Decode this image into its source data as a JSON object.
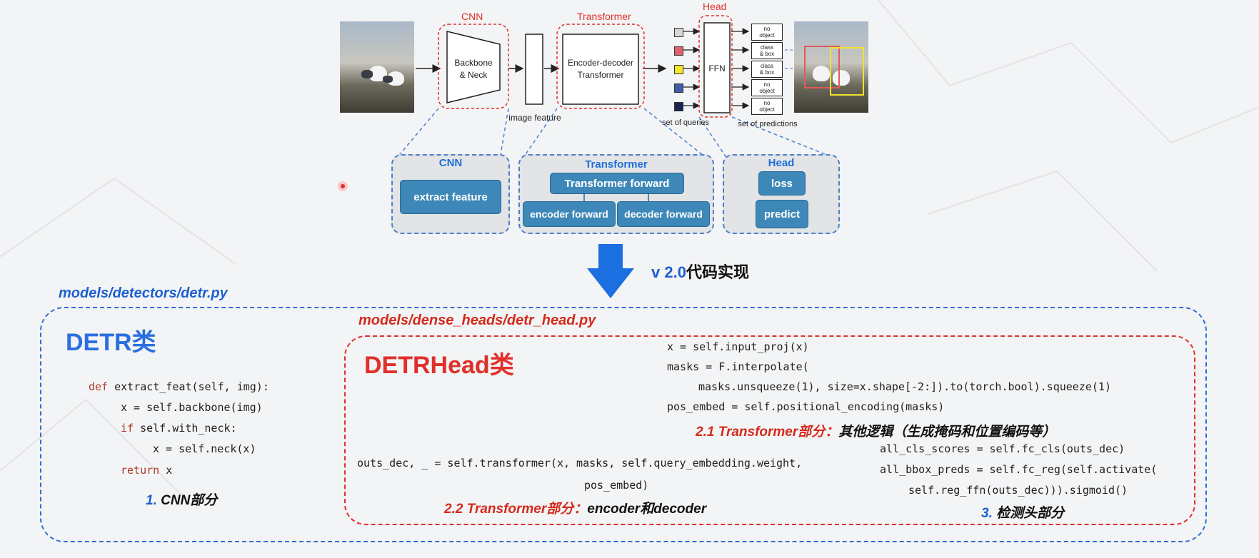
{
  "top_diagram": {
    "cnn_label": "CNN",
    "transformer_label": "Transformer",
    "head_label": "Head",
    "backbone_text": "Backbone\n& Neck",
    "image_feature": "image feature",
    "encdec_text": "Encoder-decoder\nTransformer",
    "ffn_text": "FFN",
    "set_of_queries": "set of queries",
    "set_of_predictions": "set of predictions",
    "predictions": [
      "no\nobject",
      "class\n& box",
      "class\n& box",
      "no\nobject",
      "no\nobject"
    ],
    "query_colors": [
      "#d6d6d6",
      "#e06070",
      "#f5e82a",
      "#3d5da8",
      "#1a2450"
    ]
  },
  "panels": {
    "cnn": {
      "title": "CNN",
      "button": "extract feature"
    },
    "transformer": {
      "title": "Transformer",
      "forward": "Transformer forward",
      "encoder": "encoder forward",
      "decoder": "decoder forward"
    },
    "head": {
      "title": "Head",
      "loss": "loss",
      "predict": "predict"
    }
  },
  "arrow_caption_version": "v 2.0",
  "arrow_caption_text": "代码实现",
  "detector_path": "models/detectors/detr.py",
  "detr_class": "DETR类",
  "head_path": "models/dense_heads/detr_head.py",
  "detrhead_class": "DETRHead类",
  "code_extract": {
    "l1_kw": "def",
    "l1": " extract_feat(self, img):",
    "l2": "x = self.backbone(img)",
    "l3_kw": "if",
    "l3": " self.with_neck:",
    "l4": "x = self.neck(x)",
    "l5_kw": "return",
    "l5": " x"
  },
  "cap_cnn_num": "1.",
  "cap_cnn_text": " CNN部分",
  "code_input": {
    "l1": "x = self.input_proj(x)",
    "l2": "masks = F.interpolate(",
    "l3": "masks.unsqueeze(1), size=x.shape[-2:]).to(torch.bool).squeeze(1)",
    "l4": "pos_embed = self.positional_encoding(masks)"
  },
  "cap_21_num": "2.1 Transformer部分：",
  "cap_21_text": "其他逻辑（生成掩码和位置编码等）",
  "code_transformer": {
    "l1": "outs_dec, _ = self.transformer(x, masks, self.query_embedding.weight,",
    "l2": "pos_embed)"
  },
  "cap_22_num": "2.2 Transformer部分：",
  "cap_22_text": "encoder和decoder",
  "code_head": {
    "l1": "all_cls_scores = self.fc_cls(outs_dec)",
    "l2": "all_bbox_preds = self.fc_reg(self.activate(",
    "l3": "self.reg_ffn(outs_dec))).sigmoid()"
  },
  "cap_3_num": "3.",
  "cap_3_text": " 检测头部分"
}
